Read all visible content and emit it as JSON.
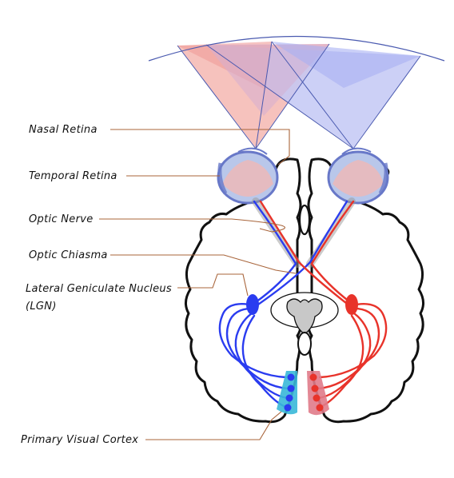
{
  "labels": {
    "nasal_retina": "Nasal Retina",
    "temporal_retina": "Temporal Retina",
    "optic_nerve": "Optic Nerve",
    "optic_chiasma": "Optic Chiasma",
    "lgn_line1": "Lateral Geniculate Nucleus",
    "lgn_line2": "(LGN)",
    "primary_visual_cortex": "Primary Visual Cortex"
  },
  "colors": {
    "left_pathway": "#2a3cf0",
    "right_pathway": "#e8332a",
    "leader_line": "#a8643a",
    "brain_outline": "#111111",
    "eye_fill": "#b9c7ea",
    "left_field": "#f2a3a0",
    "right_field": "#aab2f2",
    "cortex_left_fill": "#38b8d8",
    "cortex_right_fill": "#e07b8a",
    "midbrain_fill": "#c8c8c8"
  }
}
